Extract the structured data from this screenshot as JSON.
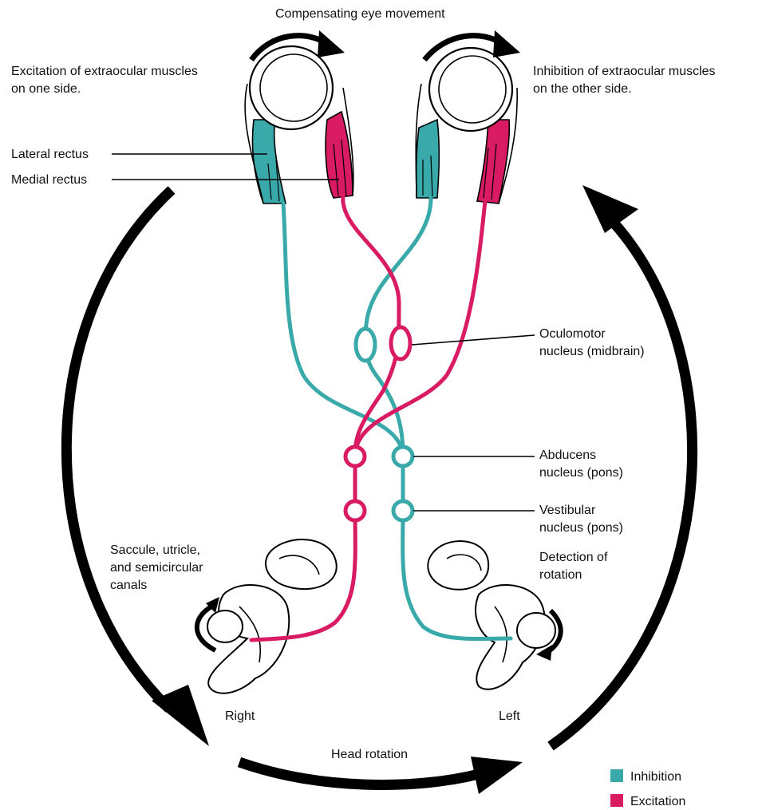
{
  "labels": {
    "top": "Compensating eye movement",
    "left_excitation_1": "Excitation of extraocular muscles",
    "left_excitation_2": "on one side.",
    "right_inhibition_1": "Inhibition of extraocular muscles",
    "right_inhibition_2": "on the other side.",
    "lateral_rectus": "Lateral rectus",
    "medial_rectus": "Medial rectus",
    "oculomotor_1": "Oculomotor",
    "oculomotor_2": "nucleus (midbrain)",
    "abducens_1": "Abducens",
    "abducens_2": "nucleus (pons)",
    "vestibular_1": "Vestibular",
    "vestibular_2": "nucleus (pons)",
    "saccule_1": "Saccule, utricle,",
    "saccule_2": "and semicircular",
    "saccule_3": "canals",
    "detection_1": "Detection of",
    "detection_2": "rotation",
    "right": "Right",
    "left": "Left",
    "head_rotation": "Head rotation"
  },
  "legend": [
    {
      "label": "Inhibition",
      "color": "#3aa9a9"
    },
    {
      "label": "Excitation",
      "color": "#d81b63"
    }
  ],
  "colors": {
    "inhibition": "#3aa9a9",
    "excitation": "#d81b63",
    "arrow": "#000000"
  }
}
